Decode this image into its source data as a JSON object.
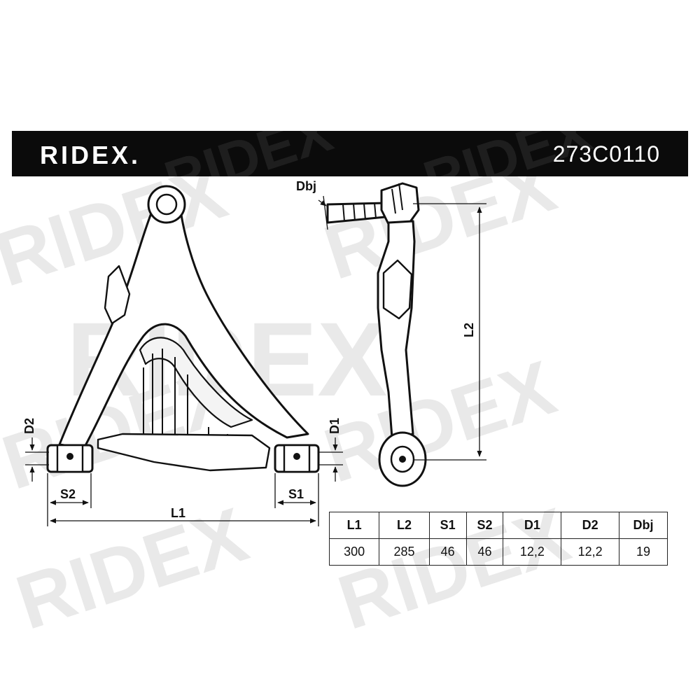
{
  "header": {
    "brand": "RIDEX.",
    "part_number": "273C0110"
  },
  "watermark": {
    "text": "RIDEX"
  },
  "dimension_labels": {
    "dbj": "Dbj",
    "l2": "L2",
    "d2": "D2",
    "d1": "D1",
    "s2": "S2",
    "s1": "S1",
    "l1": "L1"
  },
  "spec_table": {
    "headers": [
      "L1",
      "L2",
      "S1",
      "S2",
      "D1",
      "D2",
      "Dbj"
    ],
    "values": [
      "300",
      "285",
      "46",
      "46",
      "12,2",
      "12,2",
      "19"
    ]
  },
  "colors": {
    "banner": "#0b0b0b",
    "line": "#111111",
    "watermark": "#e8e8e8"
  }
}
